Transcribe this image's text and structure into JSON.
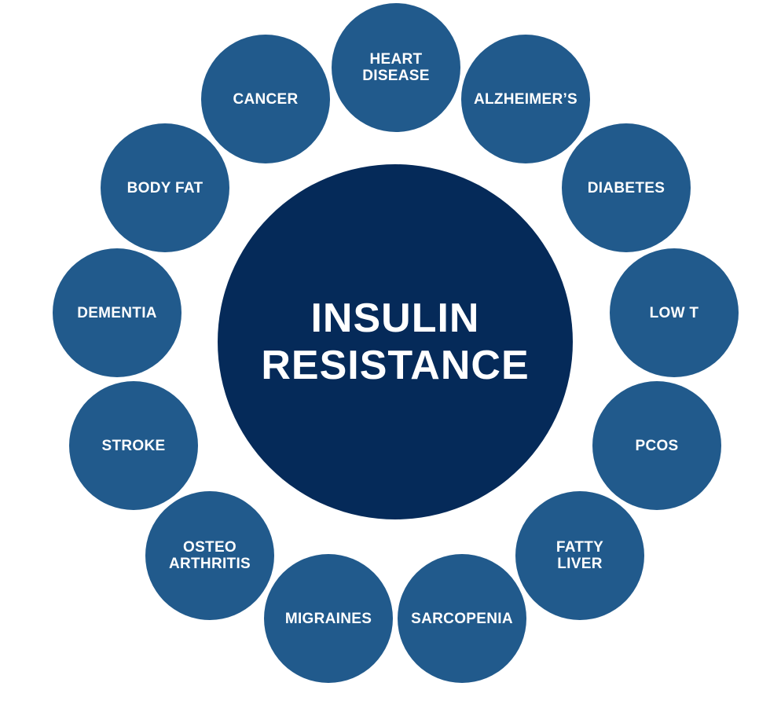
{
  "center": {
    "line1": "INSULIN",
    "line2": "RESISTANCE"
  },
  "outer": {
    "heart_disease": {
      "line1": "HEART",
      "line2": "DISEASE"
    },
    "alzheimers": "ALZHEIMER’S",
    "diabetes": "DIABETES",
    "low_t": "LOW T",
    "pcos": "PCOS",
    "fatty_liver": {
      "line1": "FATTY",
      "line2": "LIVER"
    },
    "sarcopenia": "SARCOPENIA",
    "migraines": "MIGRAINES",
    "osteoarthritis": {
      "line1": "OSTEO",
      "line2": "ARTHRITIS"
    },
    "stroke": "STROKE",
    "dementia": "DEMENTIA",
    "body_fat": "BODY FAT",
    "cancer": "CANCER"
  },
  "colors": {
    "center": "#052a59",
    "outer": "#215a8c",
    "text": "#ffffff",
    "background": "#ffffff"
  }
}
